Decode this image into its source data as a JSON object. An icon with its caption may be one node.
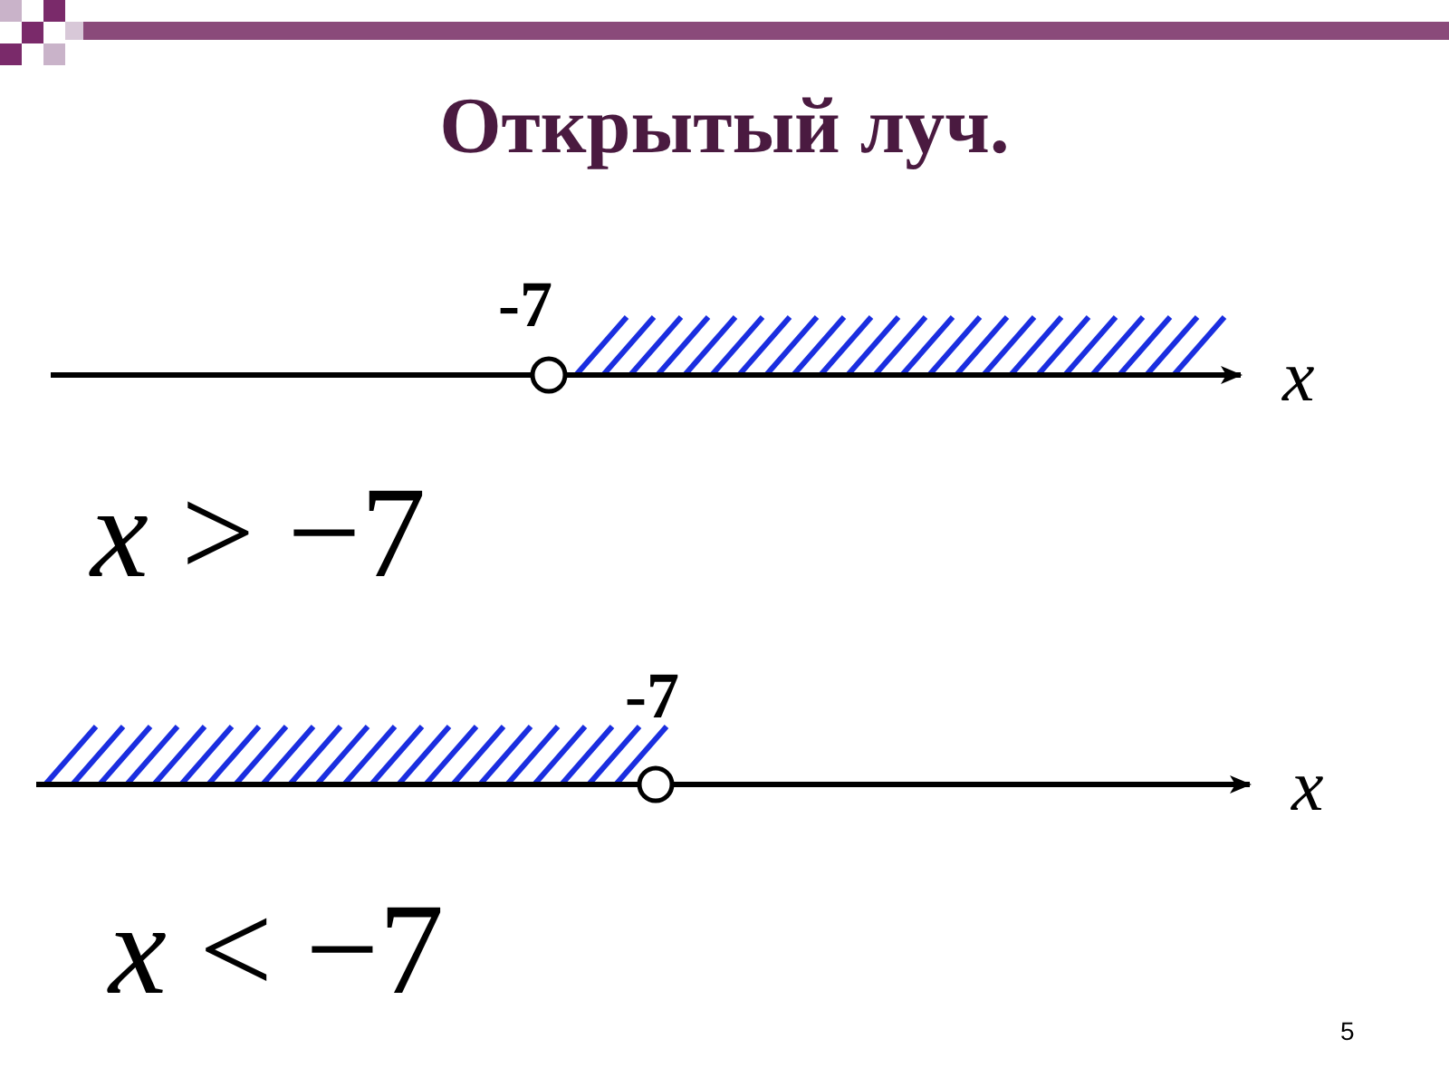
{
  "diagram": {
    "title": "Открытый луч.",
    "labels": [
      "-7",
      "x",
      "*x* > −7",
      "-7",
      "x",
      "*x* < −7",
      "5"
    ]
  }
}
